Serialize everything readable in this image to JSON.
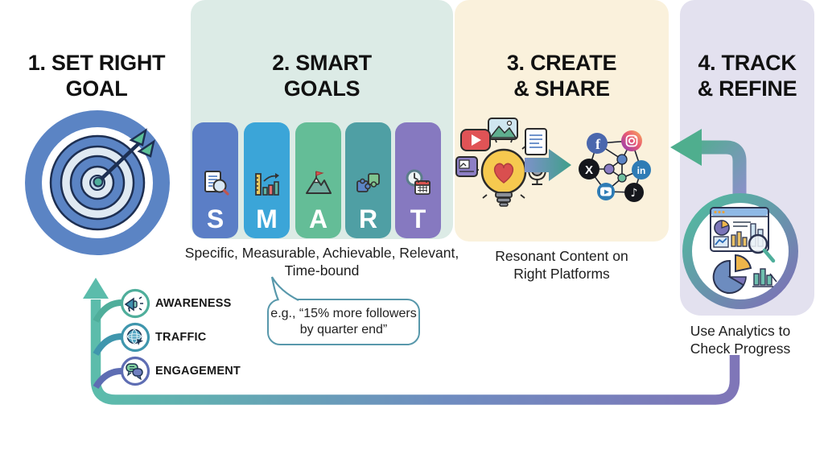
{
  "steps": {
    "goal": {
      "title_line1": "1. SET RIGHT",
      "title_line2": "GOAL"
    },
    "smart": {
      "title_line1": "2. SMART",
      "title_line2": "GOALS",
      "caption_line1": "Specific, Measurable, Achievable, Relevant,",
      "caption_line2": "Time-bound",
      "panel_color": "#dcebe6"
    },
    "create": {
      "title_line1": "3. CREATE",
      "title_line2": "& SHARE",
      "caption_line1": "Resonant Content on",
      "caption_line2": "Right Platforms",
      "panel_color": "#faf1dc"
    },
    "track": {
      "title_line1": "4. TRACK",
      "title_line2": "& REFINE",
      "caption_line1": "Use Analytics to",
      "caption_line2": "Check Progress",
      "panel_color": "#e3e1ef"
    }
  },
  "smart_columns": [
    {
      "letter": "S",
      "meaning": "Specific",
      "color": "#5b7ec6",
      "icon": "document-magnifier-icon"
    },
    {
      "letter": "M",
      "meaning": "Measurable",
      "color": "#3ba5d8",
      "icon": "ruler-chart-icon"
    },
    {
      "letter": "A",
      "meaning": "Achievable",
      "color": "#64bd97",
      "icon": "mountain-flag-icon"
    },
    {
      "letter": "R",
      "meaning": "Relevant",
      "color": "#4f9fa4",
      "icon": "puzzle-icon"
    },
    {
      "letter": "T",
      "meaning": "Time-bound",
      "color": "#8679c0",
      "icon": "clock-calendar-icon"
    }
  ],
  "example_bubble": {
    "line1": "e.g., “15% more followers",
    "line2": "by quarter end”"
  },
  "goal_metrics": [
    {
      "label": "AWARENESS",
      "icon": "megaphone-icon",
      "ring_color": "#4fae9b"
    },
    {
      "label": "TRAFFIC",
      "icon": "globe-cursor-icon",
      "ring_color": "#3f96ad"
    },
    {
      "label": "ENGAGEMENT",
      "icon": "chat-bubbles-icon",
      "ring_color": "#5e6db3"
    }
  ],
  "content_icons": [
    "video-play-icon",
    "photo-icon",
    "document-icon",
    "idea-lightbulb-heart-icon",
    "image-post-icon",
    "microphone-icon"
  ],
  "social_platforms": [
    {
      "name": "Facebook",
      "glyph": "f",
      "color": "#4a67ad"
    },
    {
      "name": "Instagram",
      "glyph": "",
      "color": "#c13584"
    },
    {
      "name": "X",
      "glyph": "X",
      "color": "#15171c"
    },
    {
      "name": "LinkedIn",
      "glyph": "in",
      "color": "#2e7cb5"
    },
    {
      "name": "YouTube",
      "glyph": "",
      "color": "#2e7cb5"
    },
    {
      "name": "TikTok",
      "glyph": "♪",
      "color": "#15171c"
    }
  ],
  "flow_colors": {
    "loop_teal": "#5cbcab",
    "loop_purple": "#7f76b8",
    "arrow_teal": "#4fae8e",
    "target_blue": "#5b84c4"
  }
}
